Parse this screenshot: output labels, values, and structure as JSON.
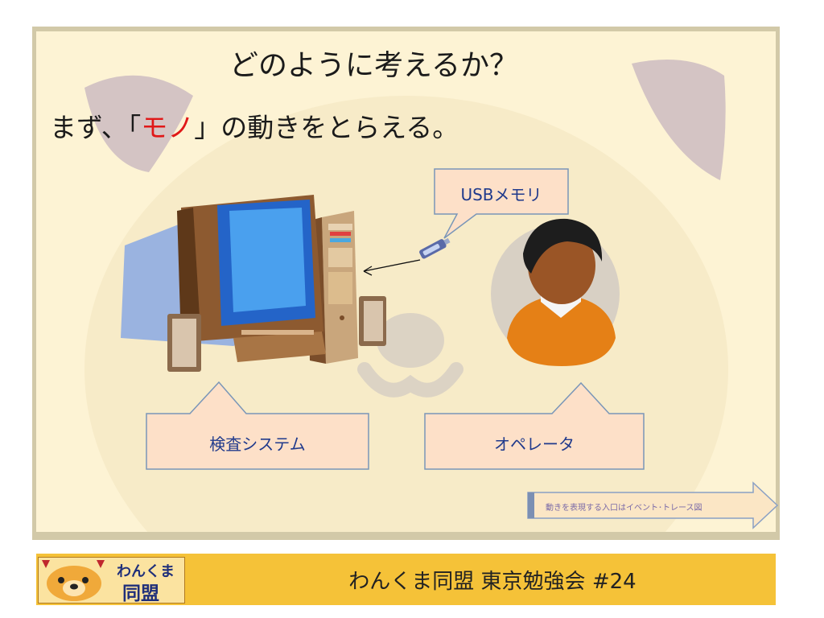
{
  "slide": {
    "title": "どのように考えるか？",
    "subtitle_pre": "まず、「",
    "subtitle_accent": "モノ",
    "subtitle_post": "」の動きをとらえる。",
    "accent_color": "#e01818"
  },
  "callouts": {
    "usb": "USBメモリ",
    "system": "検査システム",
    "operator": "オペレータ"
  },
  "nav_arrow": {
    "label": "動きを表現する入口はイベント･トレース図"
  },
  "footer": {
    "logo_line1": "わんくま",
    "logo_line2": "同盟",
    "text": "わんくま同盟 東京勉強会 #24"
  }
}
